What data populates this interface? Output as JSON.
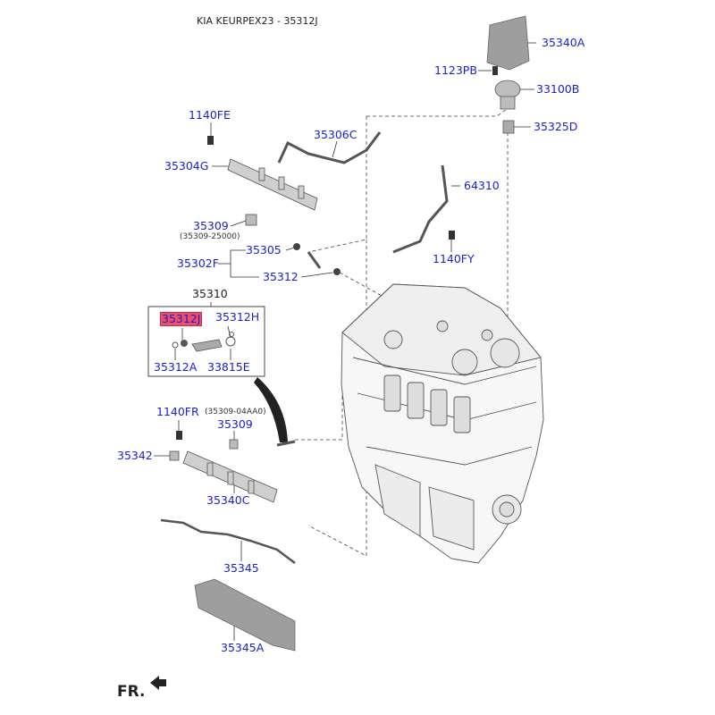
{
  "header": {
    "title": "KIA KEURPEX23 - 35312J"
  },
  "labels": {
    "p35340A": "35340A",
    "p1123PB": "1123PB",
    "p33100B": "33100B",
    "p35325D": "35325D",
    "p1140FE": "1140FE",
    "p35306C": "35306C",
    "p35304G": "35304G",
    "p64310": "64310",
    "p35309a": "35309",
    "p35309a_sub": "(35309-25000)",
    "p35305": "35305",
    "p1140FY": "1140FY",
    "p35302F": "35302F",
    "p35312": "35312",
    "p35310": "35310",
    "p35312J": "35312J",
    "p35312H": "35312H",
    "p35312A": "35312A",
    "p33815E": "33815E",
    "p1140FR": "1140FR",
    "p35309b_sub": "(35309-04AA0)",
    "p35309b": "35309",
    "p35342": "35342",
    "p35340C": "35340C",
    "p35345": "35345",
    "p35345A": "35345A",
    "fr": "FR."
  },
  "colors": {
    "label": "#1a1fd0",
    "highlight": "#ee4f67",
    "line": "#333333"
  },
  "icons": {
    "front_arrow": "arrow-left-icon"
  }
}
